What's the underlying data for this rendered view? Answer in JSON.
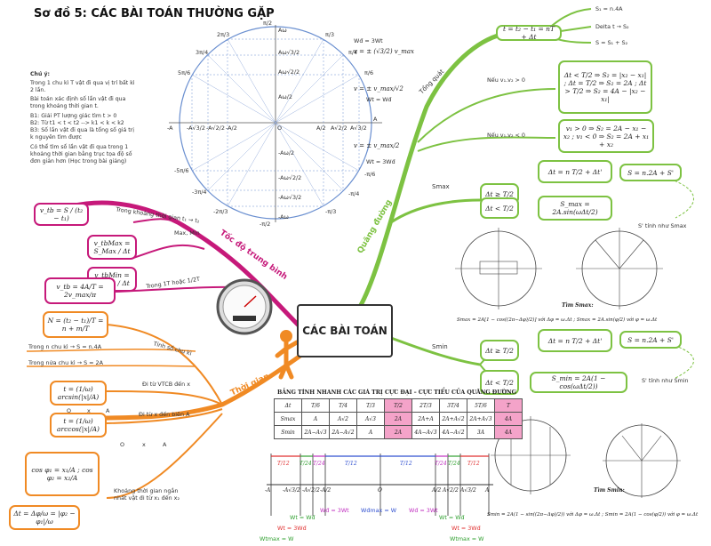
{
  "title": "Sơ đồ 5: CÁC BÀI TOÁN THƯỜNG GẶP",
  "center": "CÁC BÀI TOÁN",
  "note": {
    "heading": "Chú ý:",
    "lines": [
      "Trong 1 chu kì T vật đi qua vị trí bất kì 2 lần.",
      "Bài toán xác định số lần vật đi qua trong khoảng thời gian t.",
      "B1: Giải PT lượng giác tìm t > 0",
      "B2: Từ t1 < t < t2 --> k1 < k < k2",
      "B3: Số lần vật đi qua là tổng số giá trị k nguyên tìm được",
      "Có thể tìm số lần vật đi qua trong 1 khoảng thời gian bằng trục tọa độ số đơn giản hơn (Học trong bài giảng)"
    ]
  },
  "circle": {
    "top_labels": [
      "2π/3",
      "π/2",
      "π/3",
      "π/4",
      "π/6",
      "3π/4",
      "5π/6"
    ],
    "axis_labels": [
      "-A",
      "-A√3/2",
      "-A√2/2",
      "-A/2",
      "O",
      "A/2",
      "A√2/2",
      "A√3/2",
      "A"
    ],
    "bottom_labels": [
      "-5π/6",
      "-3π/4",
      "-π/2",
      "-π/3",
      "-π/4",
      "-π/6",
      "-2π/3"
    ],
    "y_labels": [
      "Aω",
      "Aω√3/2",
      "Aω√2/2",
      "Aω/2",
      "-Aω/2",
      "-Aω√2/2",
      "-Aω√3/2",
      "-Aω"
    ],
    "eq_top_label": "Wđ = 3Wt",
    "eq_top": "v = ± (√3/2) v_max",
    "eq_mid": "v = ± v_max/√2",
    "eq_mid_label": "Wt = Wđ",
    "eq_bot": "v = ± v_max/2",
    "eq_bot_label": "Wt = 3Wđ"
  },
  "branches": {
    "speed": "Tốc độ trung bình",
    "time": "Thời gian",
    "distance": "Quãng đường",
    "general": "Tổng quát"
  },
  "speed_items": [
    {
      "formula": "v_tb = S / (t₂ − t₁)",
      "label": "Trong khoảng thời gian t₁ → t₂"
    },
    {
      "formula": "v_tbMax = S_Max / Δt",
      "label": "Max, Min"
    },
    {
      "formula": "v_tbMin = S_Min / Δt",
      "label": ""
    },
    {
      "formula": "v_tb = 4A/T = 2v_max/π",
      "label": "Trong 1T hoặc 1/2T"
    }
  ],
  "time_items": [
    {
      "formula": "N = (t₂ − t₁)/T = n + m/T",
      "label": "Tính số chu kì"
    },
    {
      "formula": "",
      "label": "Trong n chu kì → S = n.4A"
    },
    {
      "formula": "",
      "label": "Trong nửa chu kì → S = 2A"
    },
    {
      "formula": "t = (1/ω) arcsin(|x|/A)",
      "label": "Đi từ VTCB đến x"
    },
    {
      "formula": "t = (1/ω) arccos(|x|/A)",
      "label": "Đi từ x đến biên A"
    },
    {
      "formula": "cos φ₁ = x₁/A ; cos φ₂ = x₂/A",
      "label": "Khoảng thời gian ngắn nhất vật đi từ x₁ đến x₂"
    },
    {
      "formula": "Δt = Δφ/ω = |φ₂ − φ₁|/ω",
      "label": ""
    }
  ],
  "axis_points": {
    "p1": [
      "O",
      "x",
      "A"
    ],
    "p2": [
      "O",
      "x",
      "A"
    ]
  },
  "general_items": [
    {
      "formula": "t = t₂ − t₁ = nT + Δt"
    },
    {
      "formula": "S₁ = n.4A"
    },
    {
      "formula": "Delta t → S₂"
    },
    {
      "formula": "S = S₁ + S₂"
    },
    {
      "formula": "Δt < T/2 ⇒ S₂ = |x₂ − x₁| ; Δt = T/2 ⇒ S₂ = 2A ; Δt > T/2 ⇒ S₂ = 4A − |x₂ − x₁|",
      "label": "Nếu v₁.v₂ > 0"
    },
    {
      "formula": "v₁ > 0 ⇒ S₂ = 2A − x₁ − x₂ ; v₁ < 0 ⇒ S₂ = 2A + x₁ + x₂",
      "label": "Nếu v₁.v₂ < 0"
    }
  ],
  "smax_items": {
    "label": "Smax",
    "a": "Δt ≥ T/2",
    "b": "Δt = n T/2 + Δt'",
    "c": "S = n.2A + S'",
    "d": "Δt < T/2",
    "e": "S_max = 2A.sin(ωΔt/2)",
    "note": "S' tính như Smax"
  },
  "smin_items": {
    "label": "Smin",
    "a": "Δt ≥ T/2",
    "b": "Δt = n T/2 + Δt'",
    "c": "S = n.2A + S'",
    "d": "Δt < T/2",
    "e": "S_min = 2A(1 − cos(ωΔt/2))",
    "note": "S' tính như Smin"
  },
  "captions": {
    "smax_find": "Tìm Smax:",
    "smin_find": "Tìm Smin:",
    "smax_formula": "Smax = 2A[1 − cos((2π−Δφ)/2)] với Δφ = ω.Δt ; Smax = 2A.sin(φ/2) với φ = ω.Δt",
    "smin_formula": "Smin = 2A(1 − sin((2π−Δφ)/2)) với Δφ = ω.Δt ; Smin = 2A(1 − cos(φ/2)) với φ = ω.Δt"
  },
  "table": {
    "title": "BẢNG TÍNH NHANH CÁC GIÁ TRỊ CỰC ĐẠI – CỰC TIỂU CỦA QUÃNG ĐƯỜNG",
    "rows": [
      [
        "Δt",
        "T/6",
        "T/4",
        "T/3",
        "T/2",
        "2T/3",
        "3T/4",
        "5T/6",
        "T"
      ],
      [
        "Smax",
        "A",
        "A√2",
        "A√3",
        "2A",
        "2A+A",
        "2A+A√2",
        "2A+A√3",
        "4A"
      ],
      [
        "Smin",
        "2A−A√3",
        "2A−A√2",
        "A",
        "2A",
        "4A−A√3",
        "4A−A√2",
        "3A",
        "4A"
      ]
    ]
  },
  "timeline": {
    "labels": [
      "T/12",
      "T/24",
      "T/24",
      "T/12",
      "T/12",
      "T/24",
      "T/24",
      "T/12"
    ],
    "axis": [
      "-A",
      "-A√3/2",
      "-A√2/2",
      "-A/2",
      "O",
      "A/2",
      "A√2/2",
      "A√3/2",
      "A"
    ],
    "energy": [
      "Wt = Wđ",
      "Wđ = 3Wt",
      "Wđmax = W",
      "Wđ = 3Wt",
      "Wt = Wđ",
      "Wt = 3Wđ",
      "Wtmax = W",
      "Wtmax = W",
      "Wt = 3Wđ"
    ]
  },
  "colors": {
    "green": "#7dc242",
    "magenta": "#c6197a",
    "orange": "#f08a24",
    "blue": "#6a8fd0",
    "pink": "#f4a3c9"
  }
}
